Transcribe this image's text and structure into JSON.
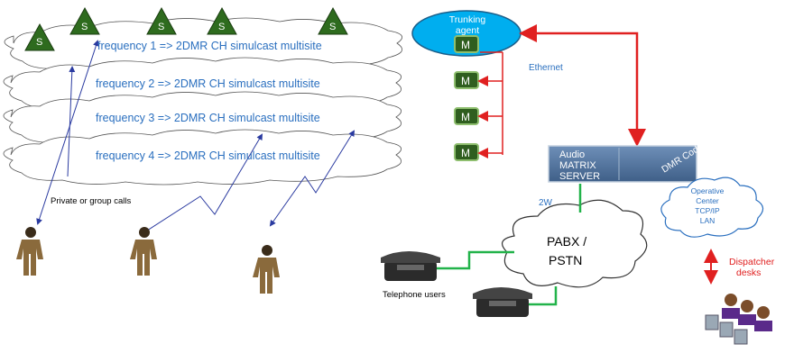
{
  "diagram": {
    "base_stations": [
      "S",
      "S",
      "S",
      "S",
      "S"
    ],
    "frequencies": [
      "frequency 1 => 2DMR CH simulcast multisite",
      "frequency 2 => 2DMR CH simulcast multisite",
      "frequency 3 => 2DMR CH simulcast multisite",
      "frequency 4 => 2DMR CH simulcast multisite"
    ],
    "modem_label": "M",
    "trunking_agent": "Trunking agent",
    "ethernet": "Ethernet",
    "audio_matrix": [
      "Audio",
      "MATRIX",
      "SERVER"
    ],
    "dmr_codecs": "DMR Codecs",
    "two_wire": "2W",
    "pabx": [
      "PABX /",
      "PSTN"
    ],
    "operative_center": [
      "Operative",
      "Center",
      "TCP/IP",
      "LAN"
    ],
    "dispatcher": [
      "Dispatcher",
      "desks"
    ],
    "private_calls": "Private or group calls",
    "telephone_users": "Telephone users"
  }
}
